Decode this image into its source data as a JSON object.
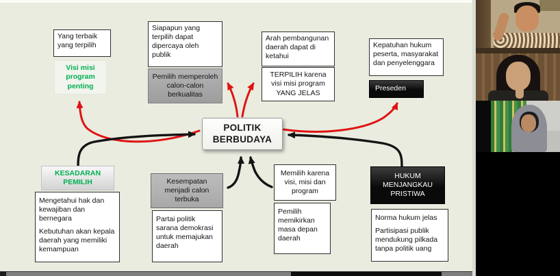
{
  "slide": {
    "center": {
      "label": "POLITIK BERBUDAYA"
    },
    "boxes": {
      "yang_terbaik": {
        "text": "Yang terbaik yang terpilih"
      },
      "visi_misi": {
        "text": "Visi misi program penting"
      },
      "siapapun": {
        "text": "Siapapun yang terpilih dapat dipercaya oleh publik"
      },
      "pemilih_memperoleh": {
        "text": "Pemilih memperoleh calon-calon berkualitas"
      },
      "arah": {
        "text": "Arah pembangunan daerah dapat di ketahui"
      },
      "terpilih": {
        "text": "TERPILIH karena visi misi program YANG JELAS"
      },
      "kepatuhan": {
        "text": "Kepatuhan hukum peserta, masyarakat dan penyelenggara"
      },
      "preseden": {
        "text": "Preseden"
      },
      "kesadaran": {
        "text": "KESADARAN PEMILIH"
      },
      "mengetahui": {
        "lines": [
          "Mengetahui hak dan kewajiban dan bernegara",
          "Kebutuhan akan kepala daerah yang memiliki kemampuan"
        ]
      },
      "kesempatan": {
        "text": "Kesempatan menjadi calon terbuka"
      },
      "partai": {
        "text": "Partai politik sarana demokrasi untuk memajukan daerah"
      },
      "memilih": {
        "text": "Memilih karena visi, misi dan program"
      },
      "pemilih_memikirkan": {
        "text": "Pemilih memikirkan masa depan daerah"
      },
      "hukum": {
        "text": "HUKUM MENJANGKAU PRISTIWA"
      },
      "norma": {
        "lines": [
          "Norma hukum jelas",
          "Partisipasi publik mendukung pilkada tanpa politik uang"
        ]
      }
    },
    "colors": {
      "slide_bg": "#e9ecdf",
      "accent_red": "#e01212",
      "accent_green": "#00b050",
      "box_gray": "#a9a9a9",
      "box_black": "#0d0d0d"
    }
  },
  "video_panel": {
    "participant_count": 3,
    "participants": [
      {
        "id": "participant-1",
        "description": "man in batik shirt"
      },
      {
        "id": "participant-2",
        "description": "long-haired person, wooden blinds"
      },
      {
        "id": "participant-3",
        "description": "woman in gray hijab"
      }
    ]
  }
}
